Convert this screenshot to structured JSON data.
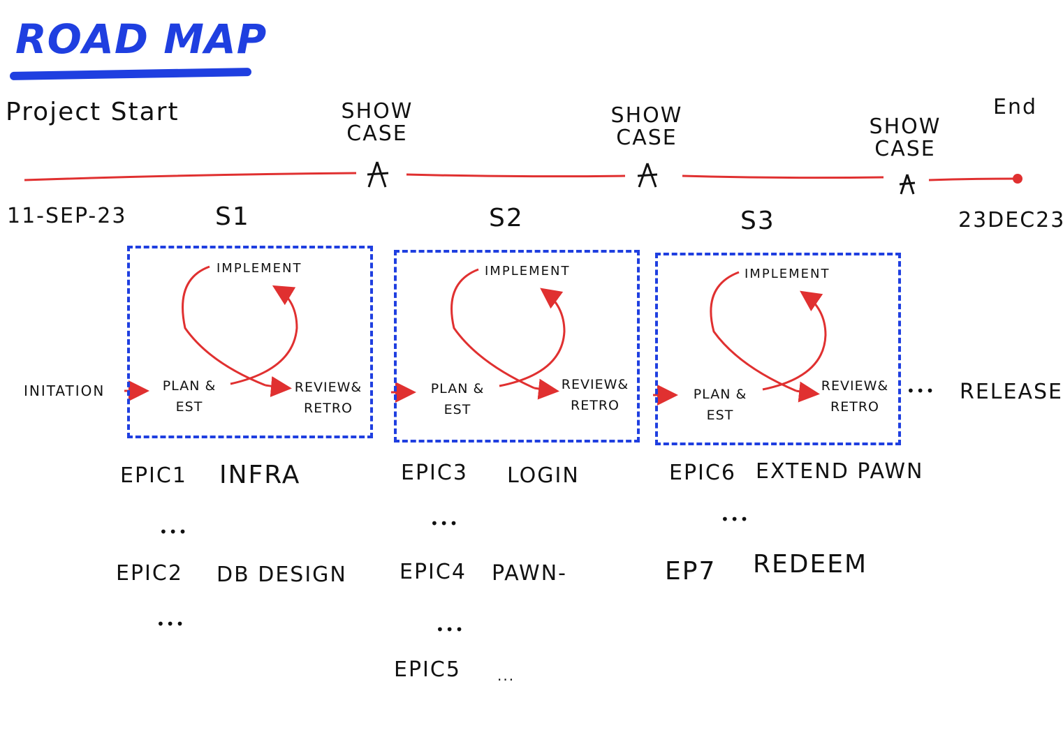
{
  "title": "ROAD MAP",
  "timeline": {
    "start_label": "Project Start",
    "end_label": "End",
    "start_date": "11-SEP-23",
    "end_date": "23DEC23",
    "showcases": [
      "SHOW CASE",
      "SHOW CASE",
      "SHOW CASE"
    ],
    "sprints": [
      "S1",
      "S2",
      "S3"
    ],
    "colors": {
      "line": "#e03030",
      "box": "#1f3fe0"
    }
  },
  "flow": {
    "initiation": "INITATION",
    "release": "RELEASE",
    "trailing_dots": "•••",
    "cycle": {
      "implement": "IMPLEMENT",
      "plan": "PLAN &",
      "plan2": "EST",
      "review": "REVIEW&",
      "review2": "RETRO"
    }
  },
  "epics": {
    "s1": {
      "e1": "EPIC1",
      "e1_name": "INFRA",
      "dots1": "•••",
      "e2": "EPIC2",
      "e2_name": "DB DESIGN",
      "dots2": "•••"
    },
    "s2": {
      "e1": "EPIC3",
      "e1_name": "LOGIN",
      "dots1": "•••",
      "e2": "EPIC4",
      "e2_name": "PAWN-",
      "dots2": "•••",
      "e3": "EPIC5",
      "e3_name": "..."
    },
    "s3": {
      "e1": "EPIC6",
      "e1_name": "EXTEND PAWN",
      "dots1": "•••",
      "e2": "EP7",
      "e2_name": "REDEEM"
    }
  }
}
